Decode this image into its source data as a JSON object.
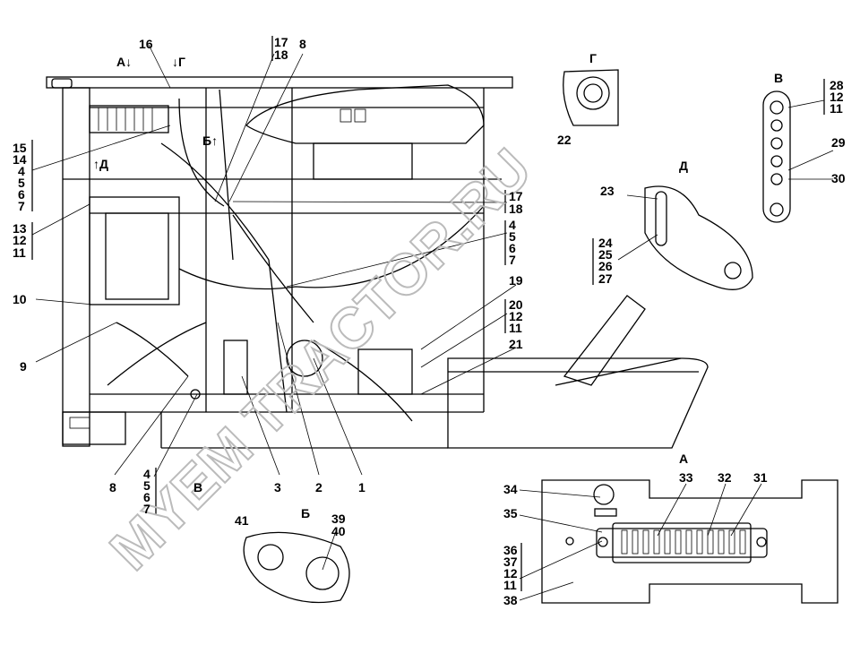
{
  "watermark": "MYEM TRACTOR.RU",
  "view_markers": {
    "a_arrow": "А↓",
    "g_arrow": "↓Г",
    "b_arrow": "Б↑",
    "d_arrow": "↑Д",
    "v_bottom": "В"
  },
  "top_labels": {
    "p16": "16",
    "p17": "17",
    "p18": "18",
    "p8": "8"
  },
  "left_labels": {
    "stack1": [
      "15",
      "14",
      "4",
      "5",
      "6",
      "7"
    ],
    "stack2": [
      "13",
      "12",
      "11"
    ],
    "p10": "10",
    "p9": "9"
  },
  "bottom_labels": {
    "p8": "8",
    "stack": [
      "4",
      "5",
      "6",
      "7"
    ],
    "p3": "3",
    "p2": "2",
    "p1": "1"
  },
  "right_labels": {
    "stack1": [
      "17",
      "18"
    ],
    "stack2": [
      "4",
      "5",
      "6",
      "7"
    ],
    "p19": "19",
    "stack3": [
      "20",
      "12",
      "11"
    ],
    "p21": "21"
  },
  "view_g": {
    "title": "Г",
    "p22": "22"
  },
  "view_v": {
    "title": "В",
    "stack": [
      "28",
      "12",
      "11"
    ],
    "p29": "29",
    "p30": "30"
  },
  "view_d": {
    "title": "Д",
    "p23": "23",
    "stack": [
      "24",
      "25",
      "26",
      "27"
    ]
  },
  "view_b": {
    "title": "Б",
    "p39": "39",
    "p40": "40",
    "p41": "41"
  },
  "view_a": {
    "title": "А",
    "p33": "33",
    "p32": "32",
    "p31": "31",
    "p34": "34",
    "p35": "35",
    "stack": [
      "36",
      "37",
      "12",
      "11"
    ],
    "p38": "38"
  }
}
